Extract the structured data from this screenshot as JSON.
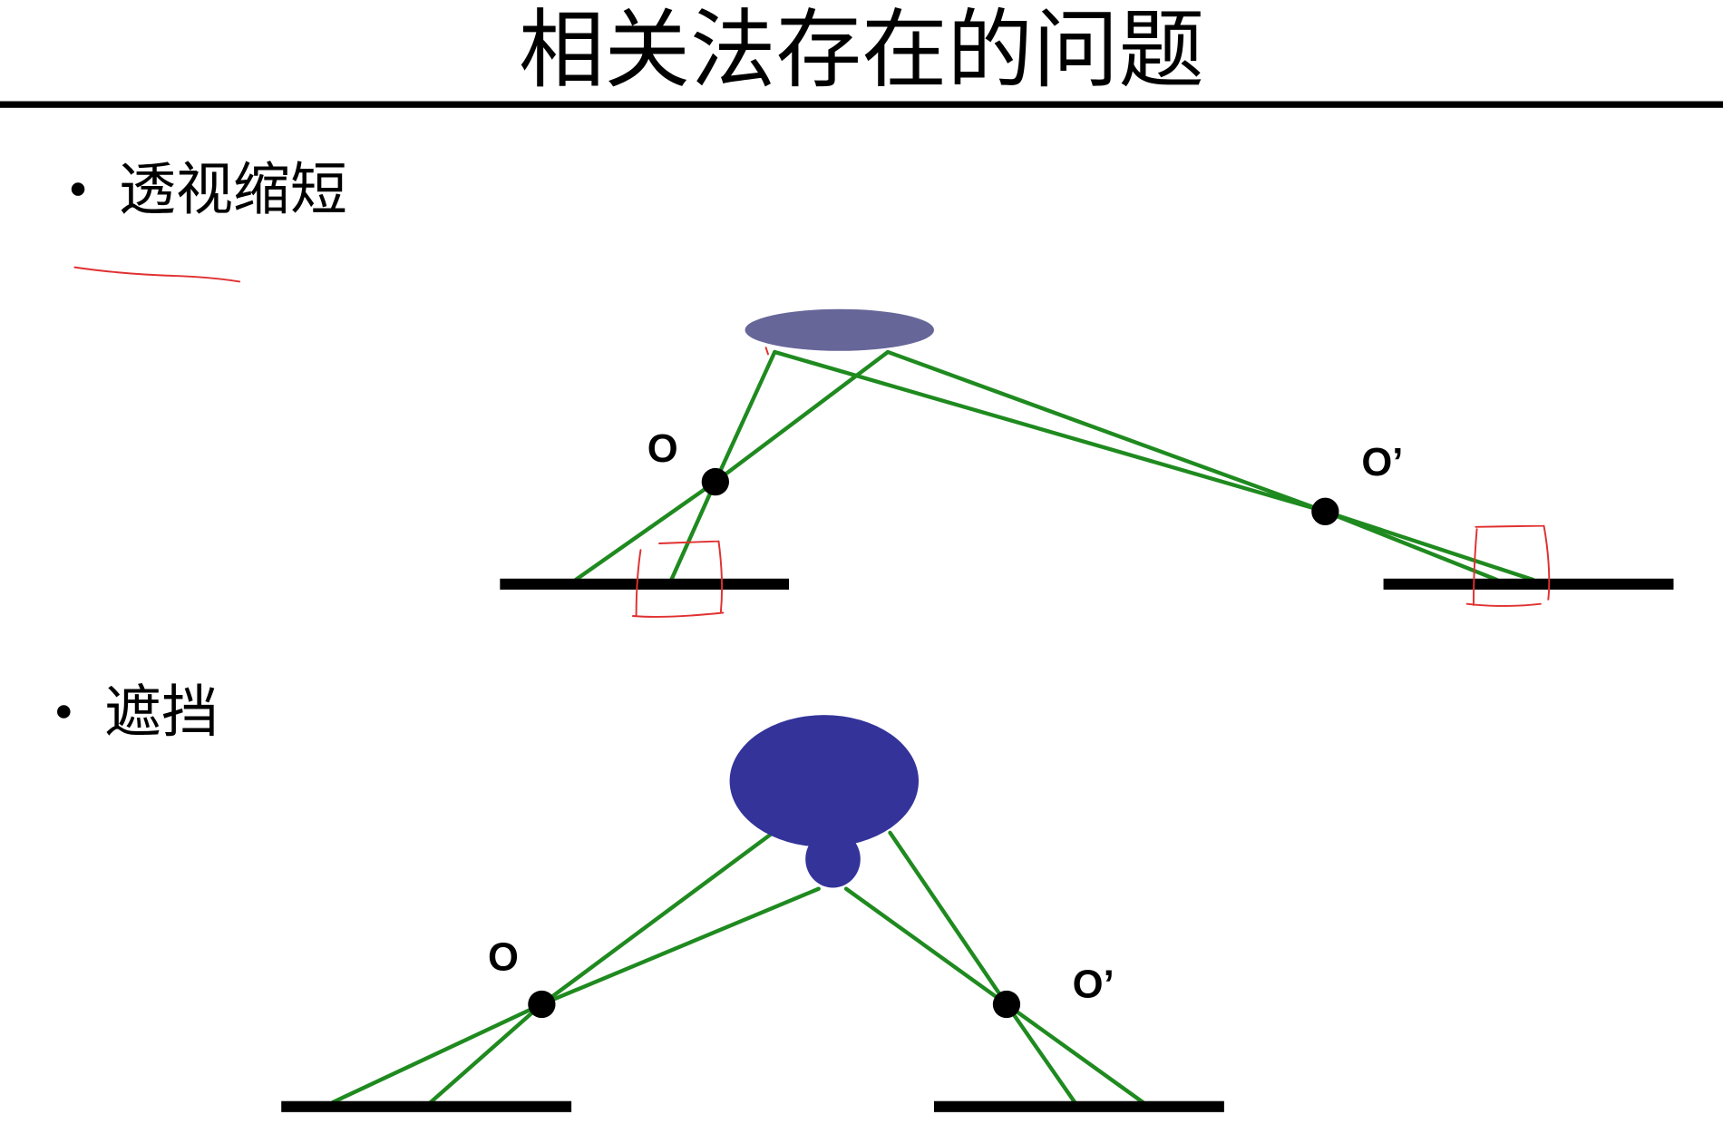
{
  "slide": {
    "title": "相关法存在的问题",
    "bullets": [
      {
        "text": "透视缩短"
      },
      {
        "text": "遮挡"
      }
    ]
  },
  "diagrams": {
    "foreshortening": {
      "left_point_label": "O",
      "right_point_label": "O’"
    },
    "occlusion": {
      "left_point_label": "O",
      "right_point_label": "O’"
    }
  },
  "colors": {
    "background": "#ffffff",
    "text": "#000000",
    "rule": "#000000",
    "ray": "#1f8a1f",
    "lens": "#666699",
    "object": "#333399",
    "point": "#000000",
    "annotation": "#e03030"
  }
}
